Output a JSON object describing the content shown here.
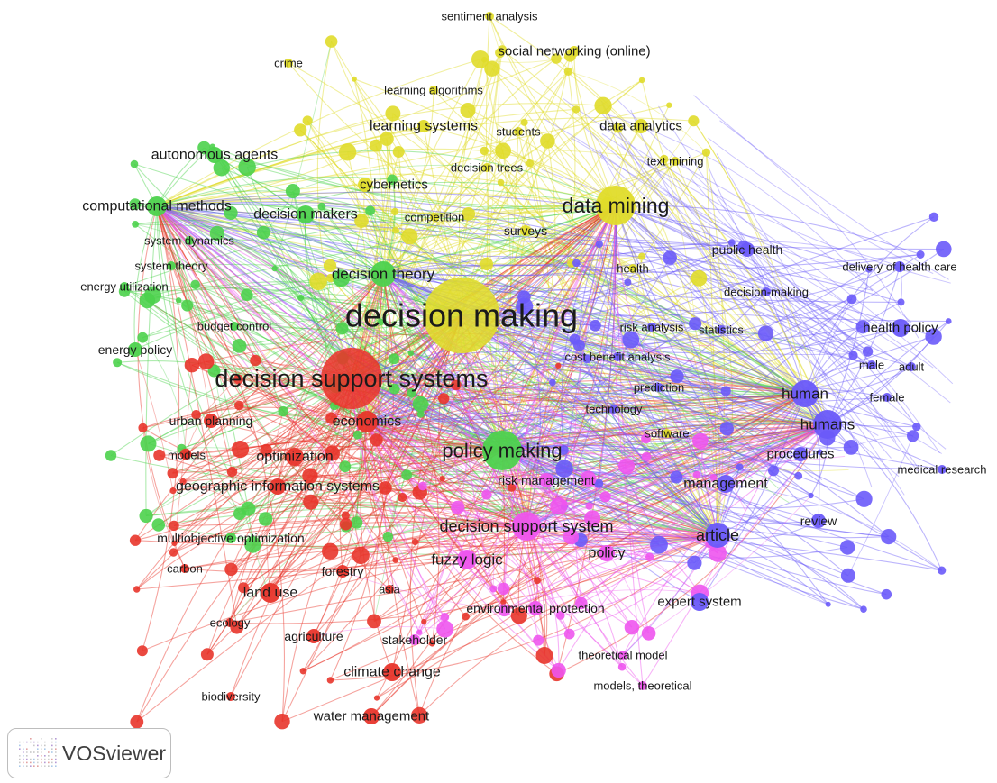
{
  "app": {
    "logo_text": "VOSviewer"
  },
  "cluster_colors": {
    "red": "#e8352b",
    "green": "#4dd24d",
    "yellow": "#e0dc2a",
    "blue": "#6a5af9",
    "magenta": "#ee55ee"
  },
  "nodes": [
    {
      "id": "sentiment-analysis",
      "label": "sentiment analysis",
      "cluster": "yellow",
      "weight": 1
    },
    {
      "id": "social-networking-online",
      "label": "social networking (online)",
      "cluster": "yellow",
      "weight": 2
    },
    {
      "id": "crime",
      "label": "crime",
      "cluster": "yellow",
      "weight": 1
    },
    {
      "id": "learning-algorithms",
      "label": "learning algorithms",
      "cluster": "yellow",
      "weight": 1
    },
    {
      "id": "learning-systems",
      "label": "learning systems",
      "cluster": "yellow",
      "weight": 2
    },
    {
      "id": "students",
      "label": "students",
      "cluster": "yellow",
      "weight": 1
    },
    {
      "id": "data-analytics",
      "label": "data analytics",
      "cluster": "yellow",
      "weight": 2
    },
    {
      "id": "autonomous-agents",
      "label": "autonomous agents",
      "cluster": "green",
      "weight": 2
    },
    {
      "id": "decision-trees",
      "label": "decision trees",
      "cluster": "yellow",
      "weight": 1
    },
    {
      "id": "text-mining",
      "label": "text mining",
      "cluster": "yellow",
      "weight": 1
    },
    {
      "id": "cybernetics",
      "label": "cybernetics",
      "cluster": "yellow",
      "weight": 2
    },
    {
      "id": "computational-methods",
      "label": "computational methods",
      "cluster": "green",
      "weight": 3
    },
    {
      "id": "data-mining",
      "label": "data mining",
      "cluster": "yellow",
      "weight": 4
    },
    {
      "id": "decision-makers",
      "label": "decision makers",
      "cluster": "green",
      "weight": 2
    },
    {
      "id": "competition",
      "label": "competition",
      "cluster": "yellow",
      "weight": 1
    },
    {
      "id": "surveys",
      "label": "surveys",
      "cluster": "yellow",
      "weight": 1
    },
    {
      "id": "system-dynamics",
      "label": "system dynamics",
      "cluster": "green",
      "weight": 1
    },
    {
      "id": "public-health",
      "label": "public health",
      "cluster": "blue",
      "weight": 2
    },
    {
      "id": "system-theory",
      "label": "system theory",
      "cluster": "green",
      "weight": 1
    },
    {
      "id": "health",
      "label": "health",
      "cluster": "yellow",
      "weight": 1
    },
    {
      "id": "delivery-of-health-care",
      "label": "delivery of health care",
      "cluster": "blue",
      "weight": 1
    },
    {
      "id": "decision-theory",
      "label": "decision theory",
      "cluster": "green",
      "weight": 3
    },
    {
      "id": "energy-utilization",
      "label": "energy utilization",
      "cluster": "green",
      "weight": 1
    },
    {
      "id": "decision-making-2",
      "label": "decision-making",
      "cluster": "blue",
      "weight": 1
    },
    {
      "id": "decision-making",
      "label": "decision making",
      "cluster": "yellow",
      "weight": 10
    },
    {
      "id": "budget-control",
      "label": "budget control",
      "cluster": "green",
      "weight": 1
    },
    {
      "id": "risk-analysis",
      "label": "risk analysis",
      "cluster": "blue",
      "weight": 1
    },
    {
      "id": "statistics",
      "label": "statistics",
      "cluster": "blue",
      "weight": 1
    },
    {
      "id": "health-policy",
      "label": "health policy",
      "cluster": "blue",
      "weight": 2
    },
    {
      "id": "energy-policy",
      "label": "energy policy",
      "cluster": "green",
      "weight": 2
    },
    {
      "id": "cost-benefit-analysis",
      "label": "cost benefit analysis",
      "cluster": "blue",
      "weight": 1
    },
    {
      "id": "male",
      "label": "male",
      "cluster": "blue",
      "weight": 1
    },
    {
      "id": "adult",
      "label": "adult",
      "cluster": "blue",
      "weight": 1
    },
    {
      "id": "decision-support-systems",
      "label": "decision support systems",
      "cluster": "red",
      "weight": 8
    },
    {
      "id": "prediction",
      "label": "prediction",
      "cluster": "blue",
      "weight": 1
    },
    {
      "id": "human",
      "label": "human",
      "cluster": "blue",
      "weight": 4
    },
    {
      "id": "female",
      "label": "female",
      "cluster": "blue",
      "weight": 1
    },
    {
      "id": "technology",
      "label": "technology",
      "cluster": "blue",
      "weight": 1
    },
    {
      "id": "urban-planning",
      "label": "urban planning",
      "cluster": "red",
      "weight": 2
    },
    {
      "id": "economics",
      "label": "economics",
      "cluster": "red",
      "weight": 3
    },
    {
      "id": "humans",
      "label": "humans",
      "cluster": "blue",
      "weight": 4
    },
    {
      "id": "software",
      "label": "software",
      "cluster": "yellow",
      "weight": 1
    },
    {
      "id": "models",
      "label": "models",
      "cluster": "red",
      "weight": 1
    },
    {
      "id": "optimization",
      "label": "optimization",
      "cluster": "red",
      "weight": 2
    },
    {
      "id": "policy-making",
      "label": "policy making",
      "cluster": "green",
      "weight": 5
    },
    {
      "id": "procedures",
      "label": "procedures",
      "cluster": "blue",
      "weight": 2
    },
    {
      "id": "medical-research",
      "label": "medical research",
      "cluster": "blue",
      "weight": 1
    },
    {
      "id": "risk-management",
      "label": "risk management",
      "cluster": "magenta",
      "weight": 2
    },
    {
      "id": "geographic-information-systems",
      "label": "geographic information systems",
      "cluster": "red",
      "weight": 2
    },
    {
      "id": "management",
      "label": "management",
      "cluster": "blue",
      "weight": 2
    },
    {
      "id": "decision-support-system",
      "label": "decision support system",
      "cluster": "magenta",
      "weight": 3
    },
    {
      "id": "review",
      "label": "review",
      "cluster": "blue",
      "weight": 1
    },
    {
      "id": "article",
      "label": "article",
      "cluster": "blue",
      "weight": 3
    },
    {
      "id": "multiobjective-optimization",
      "label": "multiobjective optimization",
      "cluster": "green",
      "weight": 1
    },
    {
      "id": "policy",
      "label": "policy",
      "cluster": "magenta",
      "weight": 2
    },
    {
      "id": "fuzzy-logic",
      "label": "fuzzy logic",
      "cluster": "magenta",
      "weight": 2
    },
    {
      "id": "carbon",
      "label": "carbon",
      "cluster": "red",
      "weight": 1
    },
    {
      "id": "forestry",
      "label": "forestry",
      "cluster": "red",
      "weight": 1
    },
    {
      "id": "asia",
      "label": "asia",
      "cluster": "red",
      "weight": 1
    },
    {
      "id": "land-use",
      "label": "land use",
      "cluster": "red",
      "weight": 2
    },
    {
      "id": "expert-system",
      "label": "expert system",
      "cluster": "blue",
      "weight": 2
    },
    {
      "id": "environmental-protection",
      "label": "environmental protection",
      "cluster": "magenta",
      "weight": 2
    },
    {
      "id": "ecology",
      "label": "ecology",
      "cluster": "red",
      "weight": 1
    },
    {
      "id": "agriculture",
      "label": "agriculture",
      "cluster": "red",
      "weight": 2
    },
    {
      "id": "stakeholder",
      "label": "stakeholder",
      "cluster": "magenta",
      "weight": 1
    },
    {
      "id": "theoretical-model",
      "label": "theoretical model",
      "cluster": "magenta",
      "weight": 1
    },
    {
      "id": "climate-change",
      "label": "climate change",
      "cluster": "red",
      "weight": 2
    },
    {
      "id": "biodiversity",
      "label": "biodiversity",
      "cluster": "red",
      "weight": 1
    },
    {
      "id": "models-theoretical",
      "label": "models, theoretical",
      "cluster": "magenta",
      "weight": 1
    },
    {
      "id": "water-management",
      "label": "water management",
      "cluster": "red",
      "weight": 2
    }
  ]
}
